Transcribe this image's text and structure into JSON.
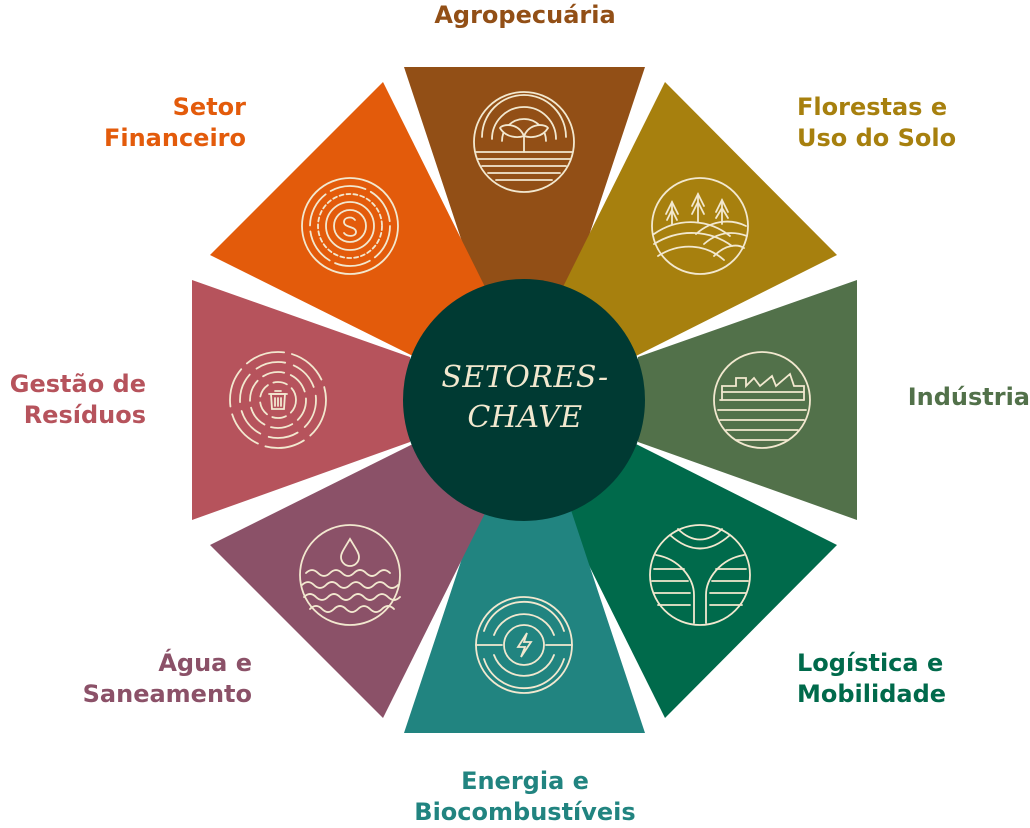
{
  "center": {
    "line1": "SETORES-",
    "line2": "CHAVE"
  },
  "colors": {
    "center": "#003a33",
    "icon_stroke": "#f2e8cf",
    "agropecuaria": "#924f16",
    "florestas": "#a7800e",
    "industria": "#52714a",
    "logistica": "#006a4b",
    "energia": "#218480",
    "agua": "#8b5168",
    "residuos": "#b6535c",
    "financeiro": "#e35b0b"
  },
  "sectors": [
    {
      "key": "agropecuaria",
      "line1": "Agropecuária",
      "line2": "",
      "icon": "sprout-icon",
      "color": "#924f16"
    },
    {
      "key": "florestas",
      "line1": "Florestas e",
      "line2": "Uso do Solo",
      "icon": "trees-hills-icon",
      "color": "#a7800e"
    },
    {
      "key": "industria",
      "line1": "Indústria",
      "line2": "",
      "icon": "factory-icon",
      "color": "#52714a"
    },
    {
      "key": "logistica",
      "line1": "Logística e",
      "line2": "Mobilidade",
      "icon": "road-junction-icon",
      "color": "#006a4b"
    },
    {
      "key": "energia",
      "line1": "Energia e",
      "line2": "Biocombustíveis",
      "icon": "lightning-icon",
      "color": "#218480"
    },
    {
      "key": "agua",
      "line1": "Água e",
      "line2": "Saneamento",
      "icon": "water-drop-icon",
      "color": "#8b5168"
    },
    {
      "key": "residuos",
      "line1": "Gestão de",
      "line2": "Resíduos",
      "icon": "trash-bin-icon",
      "color": "#b6535c"
    },
    {
      "key": "financeiro",
      "line1": "Setor",
      "line2": "Financeiro",
      "icon": "coin-icon",
      "color": "#e35b0b"
    }
  ]
}
